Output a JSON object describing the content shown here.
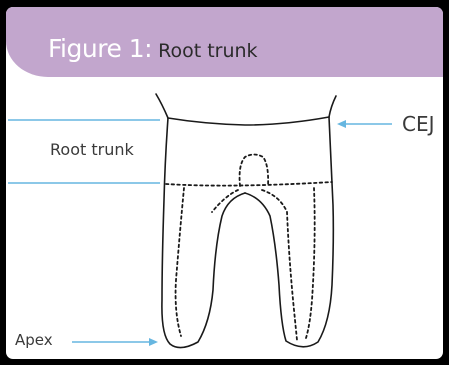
{
  "figure": {
    "title_prefix": "Figure 1:",
    "title_sub": "Root trunk"
  },
  "labels": {
    "cej": "CEJ",
    "root_trunk": "Root trunk",
    "apex": "Apex"
  },
  "colors": {
    "header": "#c2a6cd",
    "guide_line": "#66b6e0",
    "outline": "#1a1a1a",
    "frame": "#000000"
  }
}
